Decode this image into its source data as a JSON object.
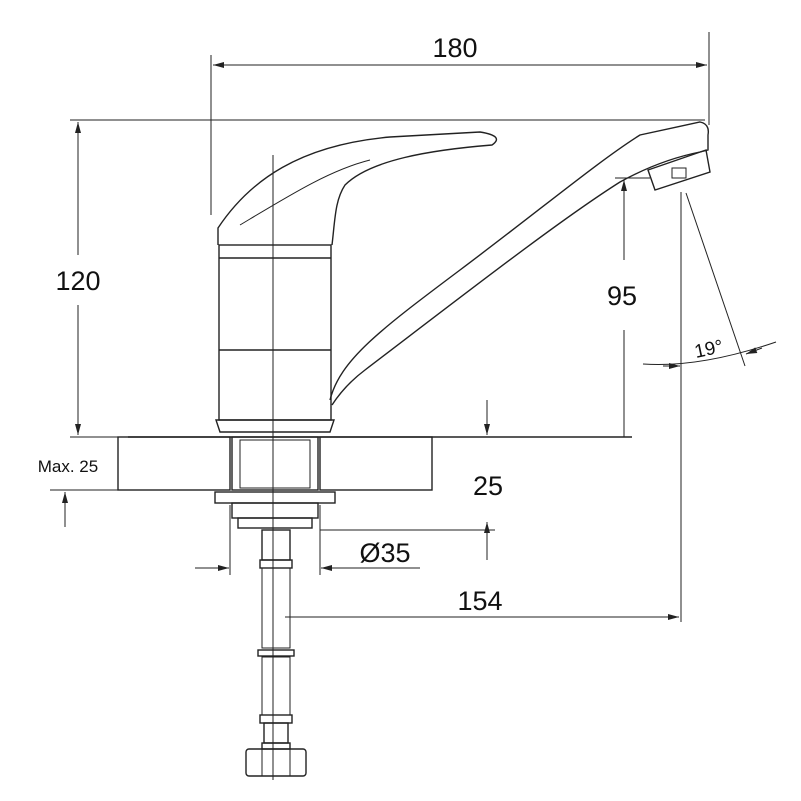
{
  "drawing": {
    "subject": "faucet",
    "dimensions": {
      "overall_length": "180",
      "overall_height": "120",
      "spout_height": "95",
      "spout_angle": "19°",
      "max_counter_thickness": "Max. 25",
      "counter_thickness": "25",
      "hole_diameter": "Ø35",
      "spout_reach": "154"
    },
    "colors": {
      "line": "#222222",
      "background": "#ffffff"
    }
  }
}
